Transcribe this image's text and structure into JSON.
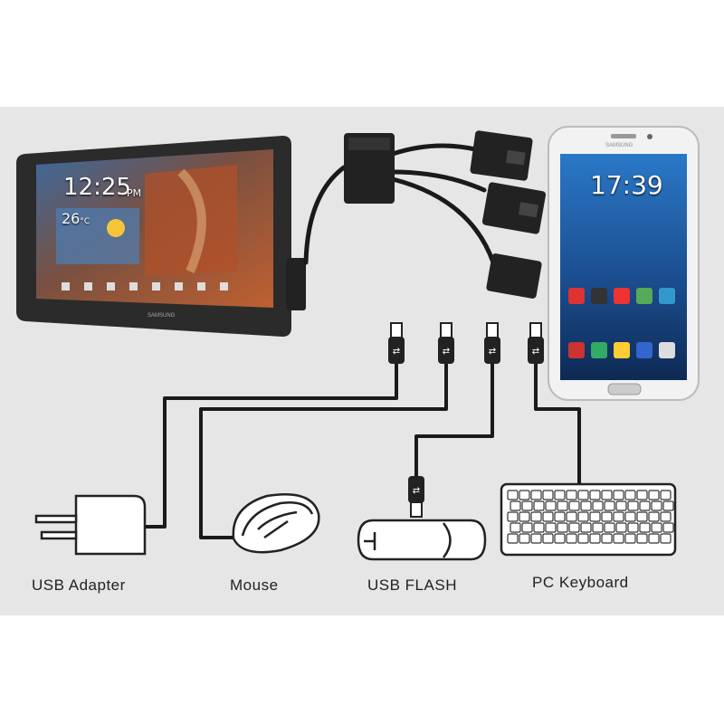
{
  "tablet": {
    "clock": "12:25",
    "ampm": "PM",
    "temp": "26",
    "temp_unit": "°C",
    "brand": "SAMSUNG"
  },
  "phone": {
    "clock": "17:39",
    "brand": "SAMSUNG"
  },
  "labels": {
    "usb_adapter": "USB  Adapter",
    "mouse": "Mouse",
    "usb_flash": "USB FLASH",
    "pc_keyboard": "PC Keyboard"
  },
  "colors": {
    "background": "#e6e6e6",
    "cable": "#1a1a1a",
    "device_body": "#2b2b2b"
  }
}
